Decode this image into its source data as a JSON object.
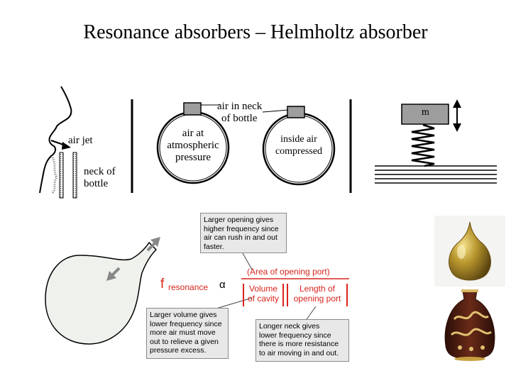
{
  "title": "Resonance absorbers – Helmholtz absorber",
  "diagram_top": {
    "air_jet": "air jet",
    "neck_of_bottle_line1": "neck of",
    "neck_of_bottle_line2": "bottle",
    "air_in_neck_line1": "air in neck",
    "air_in_neck_line2": "of bottle",
    "atm_line1": "air at",
    "atm_line2": "atmospheric",
    "atm_line3": "pressure",
    "inside_line1": "inside air",
    "inside_line2": "compressed",
    "mass_label": "m"
  },
  "diagram_bottom": {
    "callout_opening_lines": [
      "Larger opening gives",
      "higher frequency since",
      "air can rush in and out",
      "faster."
    ],
    "formula_f": "f",
    "formula_resonance": "resonance",
    "formula_alpha": "α",
    "formula_numerator": "(Area of opening port)",
    "formula_volume_line1": "Volume",
    "formula_volume_line2": "of cavity",
    "formula_length_line1": "Length of",
    "formula_length_line2": "opening port",
    "callout_volume_lines": [
      "Larger volume gives",
      "lower frequency since",
      "more air must  move",
      "out to relieve a given",
      "pressure excess."
    ],
    "callout_neck_lines": [
      "Longer neck gives",
      "lower frequency since",
      "there is more resistance",
      "to air moving in and out."
    ]
  },
  "colors": {
    "red": "#d8241c",
    "callout_bg": "#e8e8e8",
    "gold": "#b8962e",
    "vase_dark": "#4a1f14"
  },
  "images": {
    "gold_bulb": "gold-bulb-resonator-image",
    "ornate_vase": "ornate-vase-image"
  }
}
